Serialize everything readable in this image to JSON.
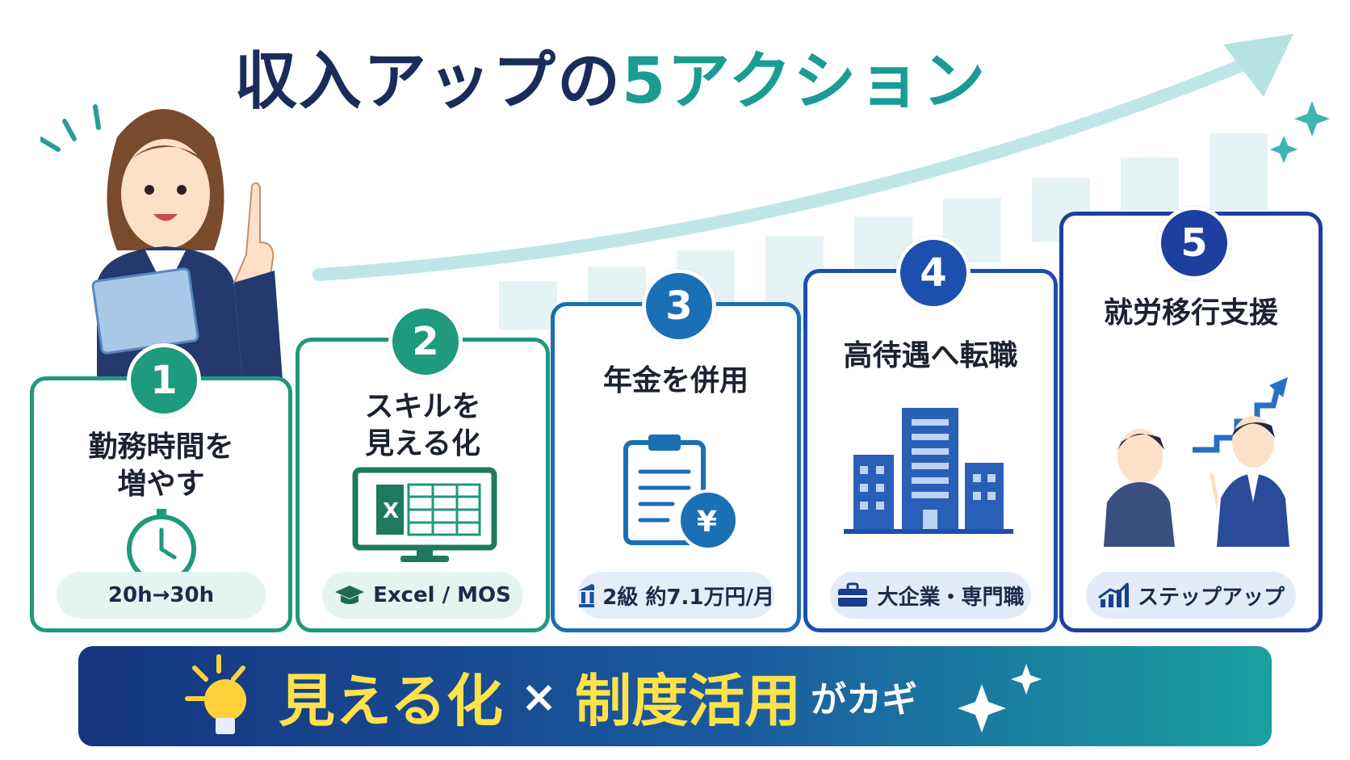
{
  "title": {
    "prefix": "収入アップの",
    "number": "5",
    "suffix": "アクション"
  },
  "cards": [
    {
      "number": "1",
      "title_line1": "勤務時間を",
      "title_line2": "増やす",
      "icon": "clock-icon",
      "pill_text": "20h→30h",
      "pill_icon": "",
      "color": "#1e9a7c"
    },
    {
      "number": "2",
      "title_line1": "スキルを",
      "title_line2": "見える化",
      "icon": "excel-monitor-icon",
      "pill_text": "Excel / MOS",
      "pill_icon": "graduation-cap-icon",
      "color": "#1e9a7c"
    },
    {
      "number": "3",
      "title_line1": "年金を併用",
      "title_line2": "",
      "icon": "clipboard-yen-icon",
      "pill_text": "2級 約7.1万円/月",
      "pill_icon": "bank-icon",
      "color": "#1a6fb5"
    },
    {
      "number": "4",
      "title_line1": "高待遇へ転職",
      "title_line2": "",
      "icon": "buildings-icon",
      "pill_text": "大企業・専門職",
      "pill_icon": "briefcase-icon",
      "color": "#1d4fb0"
    },
    {
      "number": "5",
      "title_line1": "就労移行支援",
      "title_line2": "",
      "icon": "support-people-icon",
      "pill_text": "ステップアップ",
      "pill_icon": "growth-chart-icon",
      "color": "#1d3f9e"
    }
  ],
  "banner": {
    "part1": "見える化",
    "times": "×",
    "part2": "制度活用",
    "suffix": "がカギ"
  },
  "colors": {
    "navy": "#1a2c5a",
    "teal": "#1a9c93",
    "yellow": "#ffe14a"
  }
}
